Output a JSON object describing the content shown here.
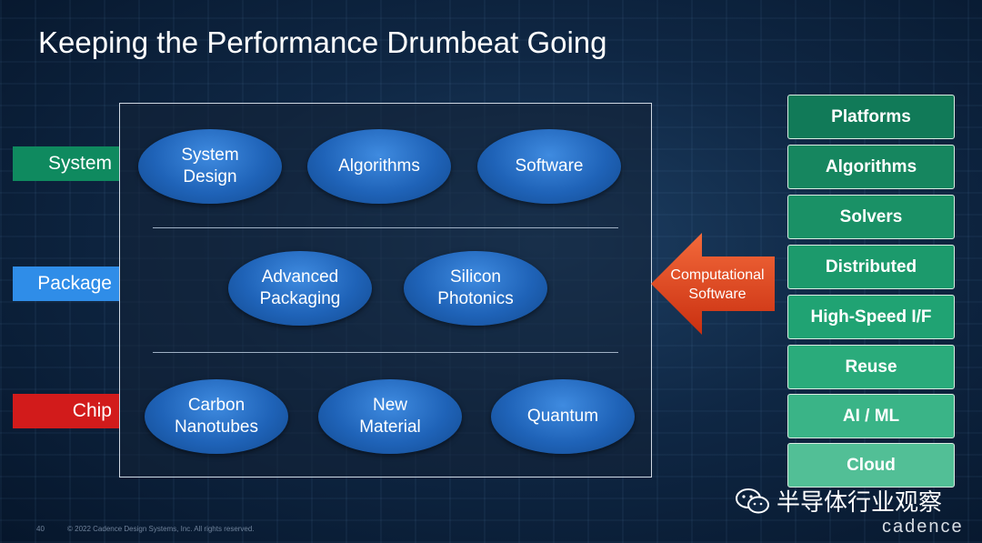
{
  "slide": {
    "title": "Keeping the Performance Drumbeat Going",
    "page_number": "40",
    "copyright": "© 2022 Cadence Design Systems, Inc. All rights reserved."
  },
  "rows": [
    {
      "label": "System",
      "color": "#0f8a5f"
    },
    {
      "label": "Package",
      "color": "#2f8de8"
    },
    {
      "label": "Chip",
      "color": "#d21b1b"
    }
  ],
  "ellipses": {
    "system": [
      "System\nDesign",
      "Algorithms",
      "Software"
    ],
    "package": [
      "Advanced\nPackaging",
      "Silicon\nPhotonics"
    ],
    "chip": [
      "Carbon\nNanotubes",
      "New\nMaterial",
      "Quantum"
    ]
  },
  "arrow": {
    "label": "Computational\nSoftware",
    "color": "#e0441a"
  },
  "right_buttons": [
    {
      "label": "Platforms",
      "color": "#117a58"
    },
    {
      "label": "Algorithms",
      "color": "#16865f"
    },
    {
      "label": "Solvers",
      "color": "#1a9166"
    },
    {
      "label": "Distributed",
      "color": "#1c9a6c"
    },
    {
      "label": "High-Speed I/F",
      "color": "#20a373"
    },
    {
      "label": "Reuse",
      "color": "#2aab7b"
    },
    {
      "label": "AI / ML",
      "color": "#3ab487"
    },
    {
      "label": "Cloud",
      "color": "#52bf96"
    }
  ],
  "watermark": {
    "text": "半导体行业观察",
    "icon": "wechat-icon"
  },
  "logo": {
    "text": "cadence"
  }
}
